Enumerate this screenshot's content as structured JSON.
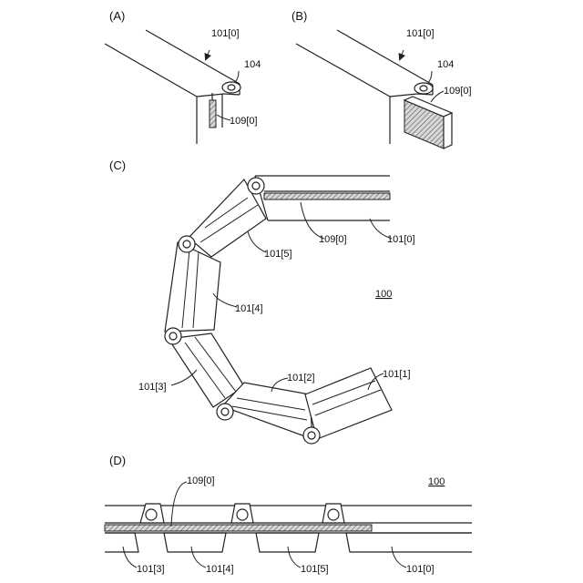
{
  "panels": {
    "A": {
      "label": "(A)",
      "callouts": {
        "display": "101[0]",
        "hinge": "104",
        "film": "109[0]"
      }
    },
    "B": {
      "label": "(B)",
      "callouts": {
        "display": "101[0]",
        "hinge": "104",
        "film": "109[0]"
      }
    },
    "C": {
      "label": "(C)",
      "device_ref": "100",
      "callouts": {
        "seg0": "101[0]",
        "film": "109[0]",
        "seg5": "101[5]",
        "seg4": "101[4]",
        "seg3": "101[3]",
        "seg2": "101[2]",
        "seg1": "101[1]"
      }
    },
    "D": {
      "label": "(D)",
      "device_ref": "100",
      "callouts": {
        "film": "109[0]",
        "seg3": "101[3]",
        "seg4": "101[4]",
        "seg5": "101[5]",
        "seg0": "101[0]"
      }
    }
  },
  "colors": {
    "line": "#222222",
    "hatch": "#777777",
    "background": "#ffffff"
  }
}
